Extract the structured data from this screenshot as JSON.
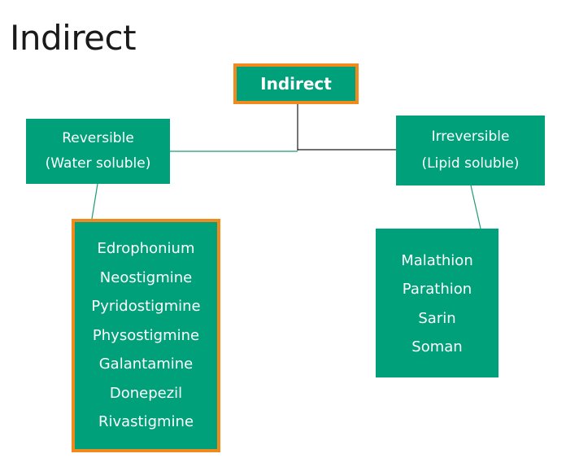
{
  "page": {
    "title": "Indirect"
  },
  "diagram": {
    "root": {
      "label": "Indirect"
    },
    "branches": [
      {
        "title_lines": [
          "Reversible",
          "(Water soluble)"
        ],
        "drugs": [
          "Edrophonium",
          "Neostigmine",
          "Pyridostigmine",
          "Physostigmine",
          "Galantamine",
          "Donepezil",
          "Rivastigmine"
        ]
      },
      {
        "title_lines": [
          "Irreversible",
          "(Lipid soluble)"
        ],
        "drugs": [
          "Malathion",
          "Parathion",
          "Sarin",
          "Soman"
        ]
      }
    ],
    "colors": {
      "box_fill": "#00a07a",
      "highlight_border": "#f08a1c",
      "text": "#ffffff",
      "connector_left": "#1f9a78",
      "connector_right": "#1a1a1a"
    }
  }
}
